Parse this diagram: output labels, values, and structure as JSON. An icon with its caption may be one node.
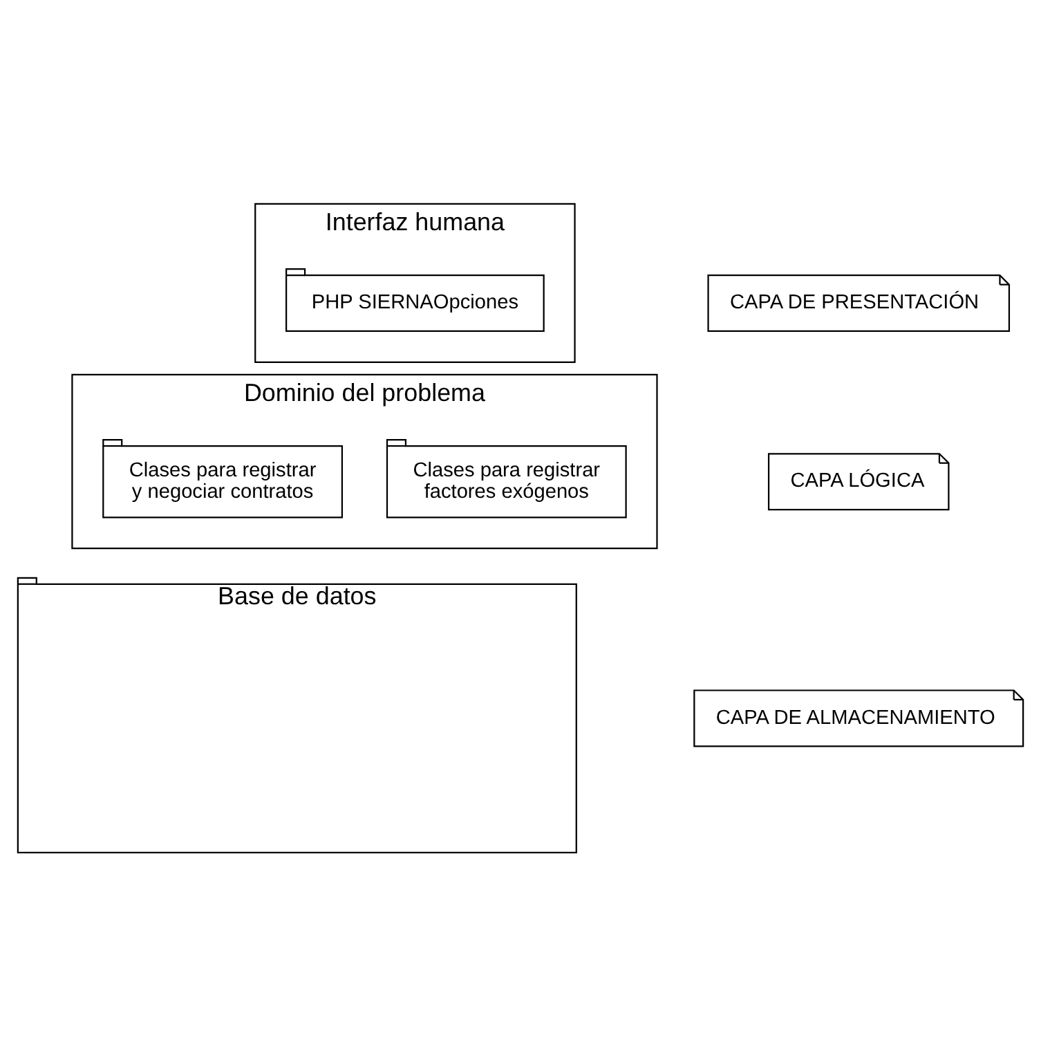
{
  "diagram": {
    "nodes": [
      {
        "text": [
          "Interfaz humana"
        ]
      },
      {
        "text": [
          "PHP SIERNAOpciones"
        ],
        "in": 0
      },
      {
        "text": [
          "CAPA DE PRESENTACIÓN"
        ]
      },
      {
        "text": [
          "Dominio del problema"
        ]
      },
      {
        "text": [
          "Clases para registrar factores exógenos"
        ],
        "in": 3
      },
      {
        "text": [
          "Clases para registrar y negociar contratos"
        ],
        "in": 3
      },
      {
        "text": [
          "CAPA LÓGICA"
        ]
      },
      {
        "text": [
          "Base de datos"
        ]
      },
      {
        "text": [
          "CAPA DE ALMACENAMIENTO"
        ]
      }
    ],
    "edges": []
  }
}
